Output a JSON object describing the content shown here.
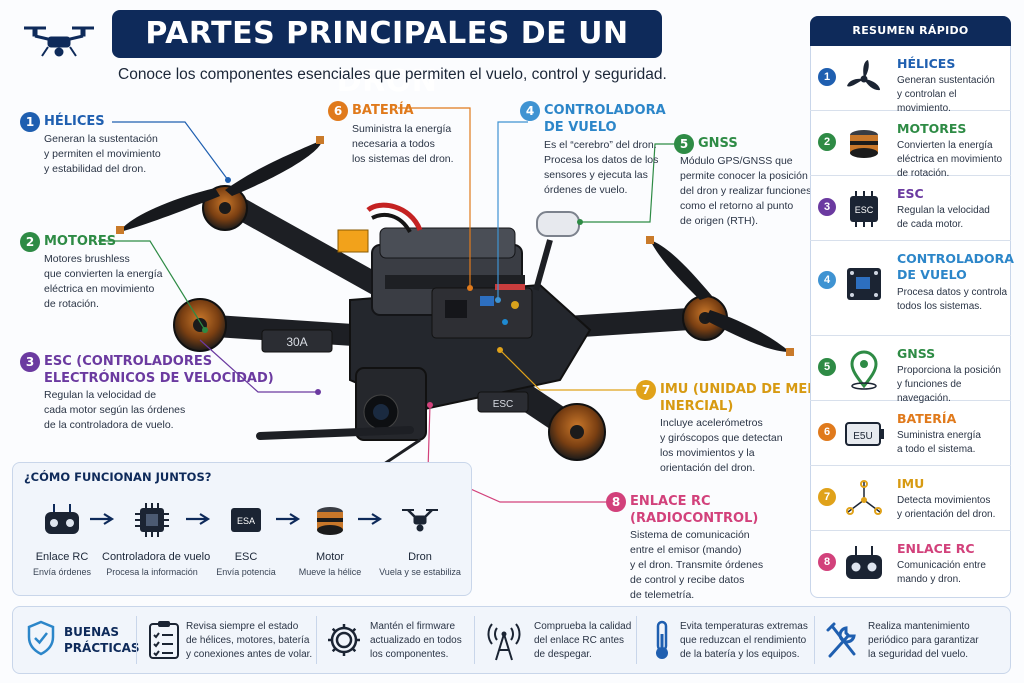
{
  "title": "PARTES PRINCIPALES DE UN DRON",
  "subtitle": "Conoce los componentes esenciales que permiten el vuelo, control y seguridad.",
  "colors": {
    "navy": "#0e2a5a",
    "blue": "#1f5fb0",
    "green": "#2e8b45",
    "purple": "#6b3aa0",
    "orange": "#e07a1c",
    "light_blue": "#3f93d2",
    "yellow": "#e0a21a",
    "pink": "#d2417b"
  },
  "callouts": [
    {
      "num": "1",
      "title": "HÉLICES",
      "desc": "Generan la sustentación\ny permiten el movimiento\ny estabilidad del dron."
    },
    {
      "num": "2",
      "title": "MOTORES",
      "desc": "Motores brushless\nque convierten la energía\neléctrica en movimiento\nde rotación."
    },
    {
      "num": "3",
      "title": "ESC (CONTROLADORES",
      "title2": "ELECTRÓNICOS DE VELOCIDAD)",
      "desc": "Regulan la velocidad de\ncada motor según las órdenes\nde la controladora de vuelo."
    },
    {
      "num": "4",
      "title": "CONTROLADORA",
      "title2": "DE VUELO",
      "desc": "Es el “cerebro” del dron.\nProcesa los datos de los\nsensores y ejecuta las\nórdenes de vuelo."
    },
    {
      "num": "5",
      "title": "GNSS",
      "desc": "Módulo GPS/GNSS que\npermite conocer la posición\ndel dron y realizar funciones\ncomo el retorno al punto\nde origen (RTH)."
    },
    {
      "num": "6",
      "title": "BATERÍA",
      "desc": "Suministra la energía\nnecesaria a todos\nlos sistemas del dron."
    },
    {
      "num": "7",
      "title": "IMU (UNIDAD DE MEDICIÓN",
      "title2": "INERCIAL)",
      "desc": "Incluye acelerómetros\ny giróscopos que detectan\nlos movimientos y la\norientación del dron."
    },
    {
      "num": "8",
      "title": "ENLACE RC",
      "title2": "(RADIOCONTROL)",
      "desc": "Sistema de comunicación\nentre el emisor (mando)\ny el dron. Transmite órdenes\nde control y recibe datos\nde telemetría."
    }
  ],
  "drone_labels": {
    "esc_label": "30A",
    "esc2_label": "ESC"
  },
  "how": {
    "title": "¿CÓMO FUNCIONAN JUNTOS?",
    "steps": [
      {
        "label": "Enlace RC",
        "sub": "Envía órdenes",
        "icon": "remote-control-icon"
      },
      {
        "label": "Controladora de vuelo",
        "sub": "Procesa la información",
        "icon": "chip-icon"
      },
      {
        "label": "ESC",
        "sub": "Envía potencia",
        "icon": "esc-icon",
        "chip_text": "ESA"
      },
      {
        "label": "Motor",
        "sub": "Mueve la hélice",
        "icon": "motor-icon"
      },
      {
        "label": "Dron",
        "sub": "Vuela y se estabiliza",
        "icon": "drone-icon"
      }
    ]
  },
  "summary": {
    "title": "RESUMEN RÁPIDO",
    "items": [
      {
        "num": "1",
        "title": "HÉLICES",
        "desc": "Generan sustentación\ny controlan el movimiento.",
        "icon": "propeller-icon"
      },
      {
        "num": "2",
        "title": "MOTORES",
        "desc": "Convierten la energía\neléctrica en movimiento\nde rotación.",
        "icon": "motor-icon"
      },
      {
        "num": "3",
        "title": "ESC",
        "desc": "Regulan la velocidad\nde cada motor.",
        "icon": "esc-icon",
        "chip_text": "ESC"
      },
      {
        "num": "4",
        "title": "CONTROLADORA",
        "title2": "DE VUELO",
        "desc": "Procesa datos y controla\ntodos los sistemas.",
        "icon": "flight-controller-icon"
      },
      {
        "num": "5",
        "title": "GNSS",
        "desc": "Proporciona la posición\ny funciones de navegación.",
        "icon": "location-pin-icon"
      },
      {
        "num": "6",
        "title": "BATERÍA",
        "desc": "Suministra energía\na todo el sistema.",
        "icon": "battery-icon",
        "chip_text": "E5U"
      },
      {
        "num": "7",
        "title": "IMU",
        "desc": "Detecta movimientos\ny orientación del dron.",
        "icon": "imu-axes-icon"
      },
      {
        "num": "8",
        "title": "ENLACE RC",
        "desc": "Comunicación entre\nmando y dron.",
        "icon": "remote-control-icon"
      }
    ]
  },
  "practices": {
    "title": "BUENAS\nPRÁCTICAS",
    "items": [
      {
        "text": "Revisa siempre el estado\nde hélices, motores, batería\ny conexiones antes de volar.",
        "icon": "checklist-icon"
      },
      {
        "text": "Mantén el firmware\nactualizado en todos\nlos componentes.",
        "icon": "gear-icon"
      },
      {
        "text": "Comprueba la calidad\ndel enlace RC antes\nde despegar.",
        "icon": "antenna-icon"
      },
      {
        "text": "Evita temperaturas extremas\nque reduzcan el rendimiento\nde la batería y los equipos.",
        "icon": "thermometer-icon"
      },
      {
        "text": "Realiza mantenimiento\nperiódico para garantizar\nla seguridad del vuelo.",
        "icon": "tools-icon"
      }
    ]
  }
}
